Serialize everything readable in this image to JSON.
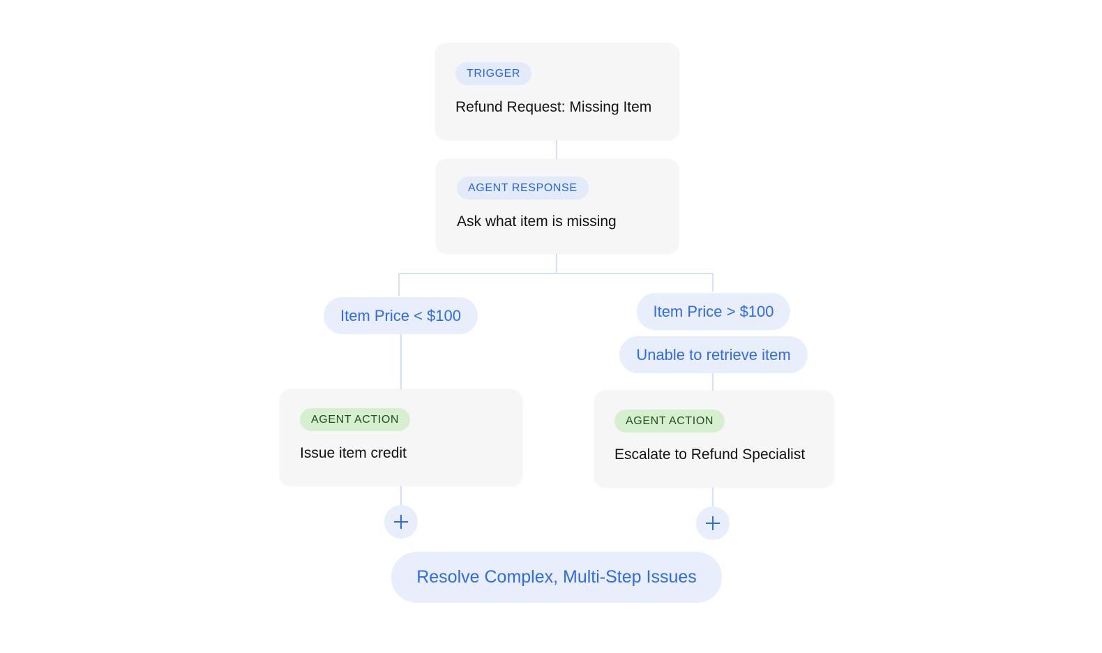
{
  "colors": {
    "accent_blue": "#2f6be5",
    "tag_blue_bg": "#e3ebfa",
    "tag_green_bg": "#d6f0cf",
    "tag_green_text": "#1f4d1d",
    "card_bg": "#f6f6f7",
    "connector": "#d6e0f2"
  },
  "trigger": {
    "tag": "TRIGGER",
    "text": "Refund Request: Missing Item"
  },
  "agent_response": {
    "tag": "AGENT RESPONSE",
    "text": "Ask what item is missing"
  },
  "branches": {
    "left": {
      "condition": "Item Price < $100",
      "action_tag": "AGENT ACTION",
      "action_text": "Issue item credit",
      "add_icon": "plus-icon"
    },
    "right": {
      "condition": "Item Price > $100",
      "condition_2": "Unable to retrieve item",
      "action_tag": "AGENT ACTION",
      "action_text": "Escalate to Refund Specialist",
      "add_icon": "plus-icon"
    }
  },
  "cta": {
    "label": "Resolve Complex, Multi-Step Issues"
  }
}
